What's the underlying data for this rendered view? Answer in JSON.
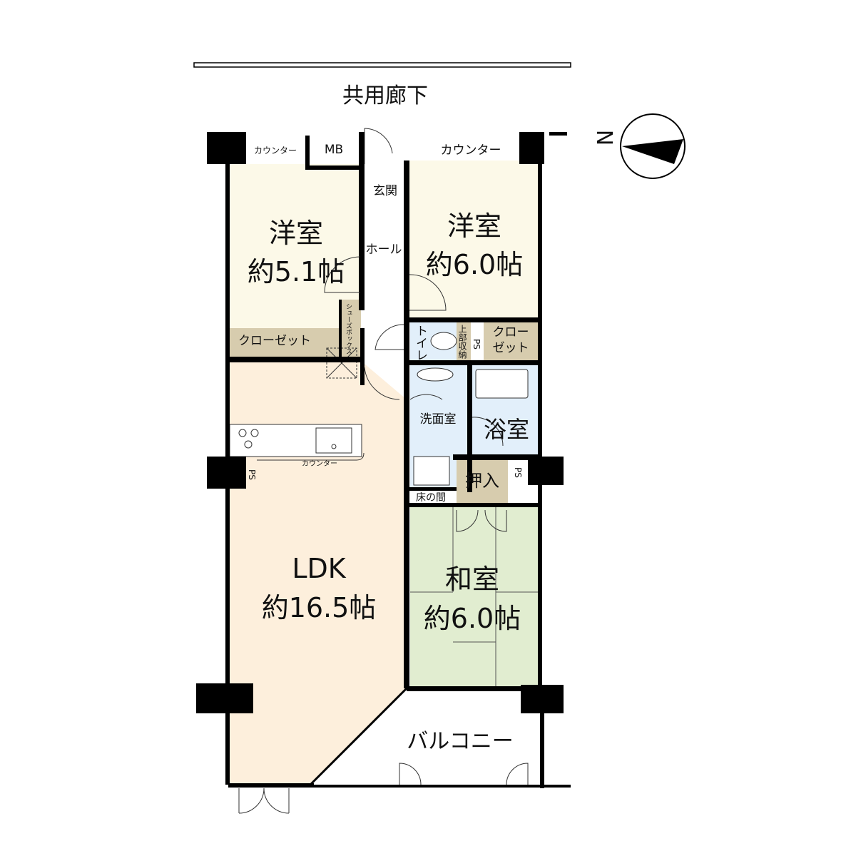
{
  "corridor": "共用廊下",
  "compass": {
    "label": "N",
    "icon": "north-arrow-icon"
  },
  "rooms": {
    "western1": {
      "name": "洋室",
      "size": "約5.1帖"
    },
    "western2": {
      "name": "洋室",
      "size": "約6.0帖"
    },
    "ldk": {
      "name": "LDK",
      "size": "約16.5帖"
    },
    "japanese": {
      "name": "和室",
      "size": "約6.0帖"
    },
    "balcony": "バルコニー",
    "entrance": "玄関",
    "hall": "ホール",
    "toilet": "トイレ",
    "upper_storage": "上部収納",
    "washroom": "洗面室",
    "bath": "浴室",
    "oshiire": "押入",
    "tokonoma": "床の間",
    "closet_left": "クローゼット",
    "closet_right": "クローゼット",
    "shoes_box": "シューズボックス",
    "mb": "MB",
    "counter_left": "カウンター",
    "counter_right": "カウンター",
    "counter_kitchen": "カウンター",
    "ps": "PS"
  },
  "colors": {
    "western": "#fcf9e8",
    "ldk": "#fdefdc",
    "japanese": "#e1edd0",
    "wet": "#e2effa",
    "storage": "#d7ccae",
    "wall": "#000000"
  }
}
